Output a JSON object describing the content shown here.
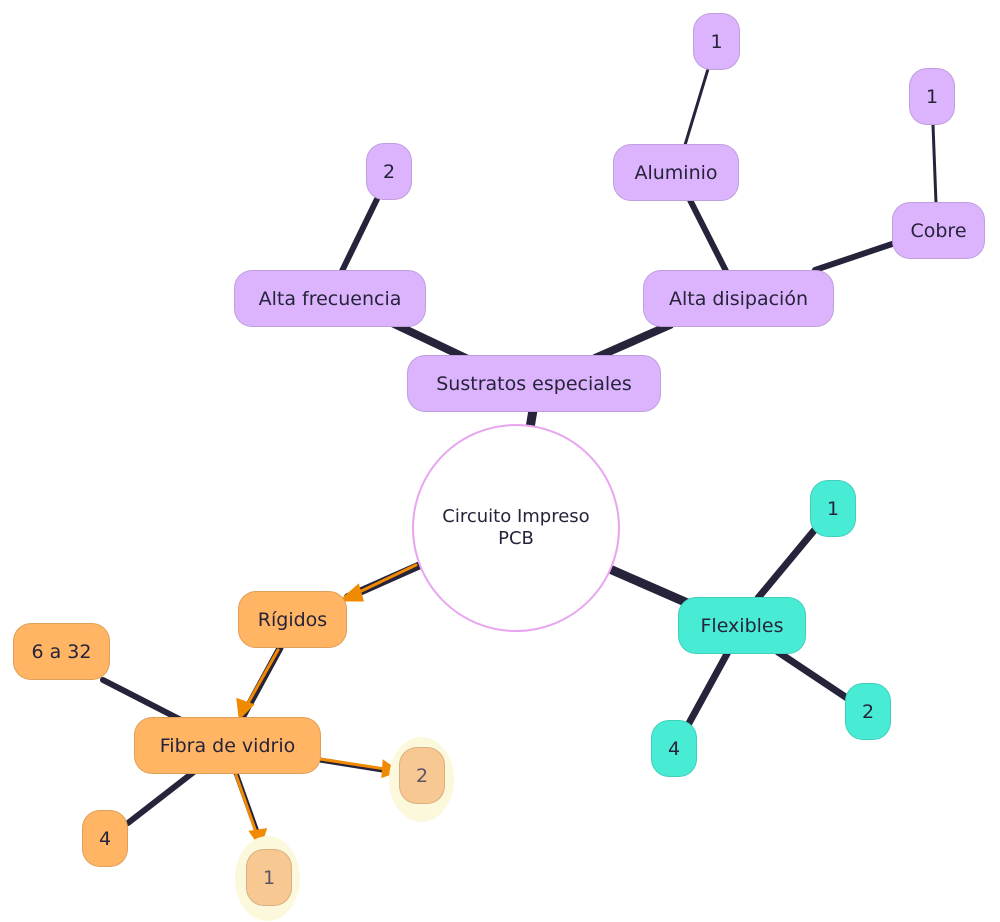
{
  "map": {
    "center": {
      "line1": "Circuito Impreso",
      "line2": "PCB"
    },
    "colors": {
      "purple": "#dbb4fd",
      "orange": "#ffb563",
      "teal": "#48ecd5",
      "edge": "#27233a",
      "arrow": "#f08a00",
      "center_border": "#e8a6f0"
    },
    "nodes": {
      "sustratos": "Sustratos especiales",
      "alta_frecuencia": "Alta frecuencia",
      "alta_frecuencia_count": "2",
      "alta_disipacion": "Alta disipación",
      "aluminio": "Aluminio",
      "aluminio_count": "1",
      "cobre": "Cobre",
      "cobre_count": "1",
      "flexibles": "Flexibles",
      "flexibles_1": "1",
      "flexibles_2": "2",
      "flexibles_4": "4",
      "rigidos": "Rígidos",
      "fibra": "Fibra de vidrio",
      "fibra_capas": "6 a 32",
      "fibra_4": "4",
      "fibra_2": "2",
      "fibra_1": "1"
    }
  }
}
